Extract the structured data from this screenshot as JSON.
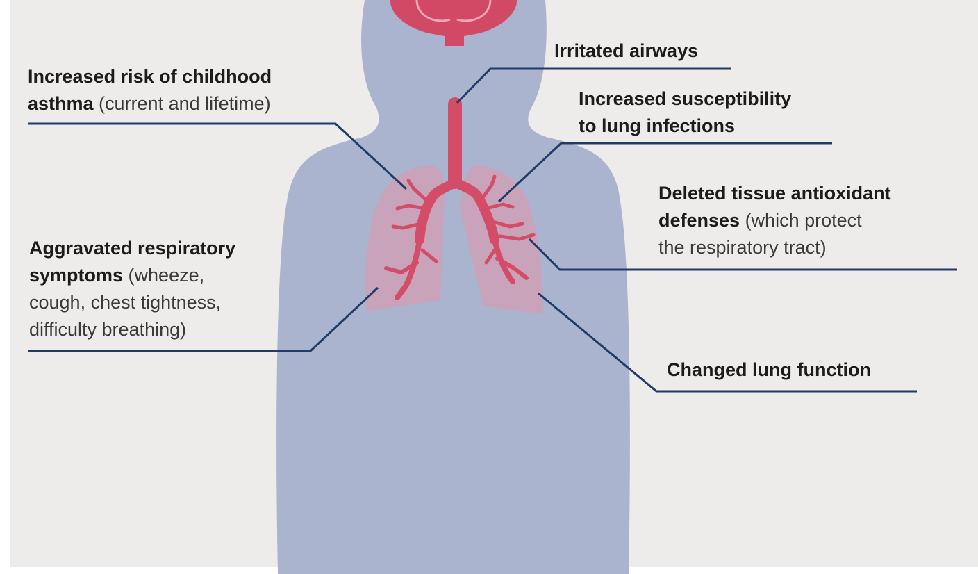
{
  "colors": {
    "background": "#edecea",
    "silhouette": "#aab4cf",
    "lungs": "#c9a3b9",
    "airways": "#d44d68",
    "brain": "#d24966",
    "leader_lines": "#1f3c68",
    "text": "#1c1c1c"
  },
  "labels": {
    "asthma": {
      "bold": [
        "Increased risk of childhood",
        "asthma"
      ],
      "rest": " (current and lifetime)"
    },
    "airways": {
      "bold": [
        "Irritated airways"
      ]
    },
    "infections": {
      "bold": [
        "Increased susceptibility",
        "to lung infections"
      ]
    },
    "antioxidant": {
      "bold": "Deleted tissue antioxidant",
      "bold2": "defenses",
      "rest": " (which protect",
      "rest2": "the respiratory tract)"
    },
    "respiratory": {
      "bold": [
        "Aggravated respiratory",
        "symptoms"
      ],
      "rest": " (wheeze,",
      "lines": [
        "cough, chest tightness,",
        "difficulty breathing)"
      ]
    },
    "lung_function": {
      "bold": [
        "Changed lung function"
      ]
    }
  }
}
